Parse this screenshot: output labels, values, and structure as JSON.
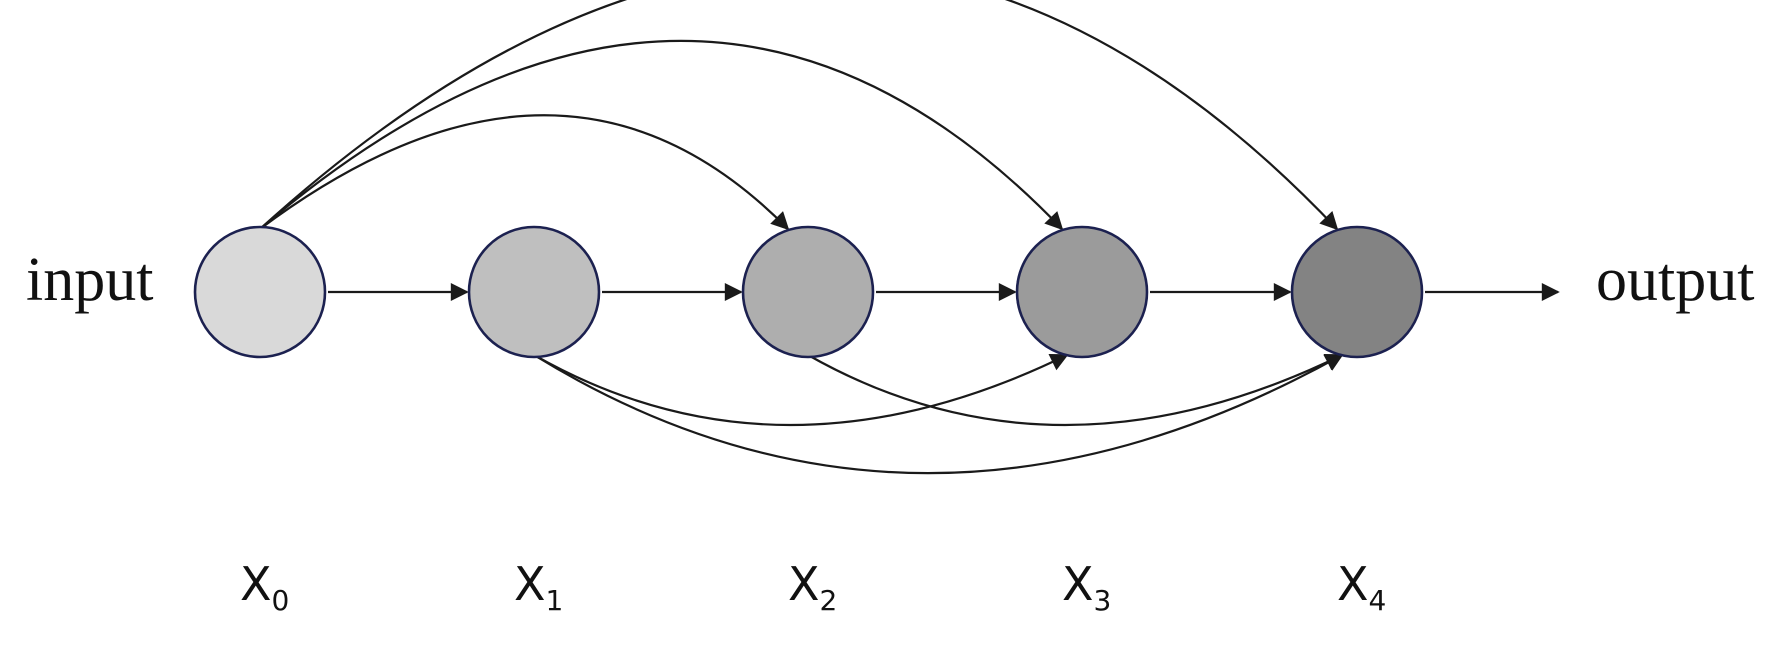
{
  "labels": {
    "input": "input",
    "output": "output"
  },
  "nodes": [
    {
      "id": "x0",
      "base": "X",
      "sub": "0",
      "fill": "#d9d9d9"
    },
    {
      "id": "x1",
      "base": "X",
      "sub": "1",
      "fill": "#bfbfbf"
    },
    {
      "id": "x2",
      "base": "X",
      "sub": "2",
      "fill": "#aeaeae"
    },
    {
      "id": "x3",
      "base": "X",
      "sub": "3",
      "fill": "#9b9b9b"
    },
    {
      "id": "x4",
      "base": "X",
      "sub": "4",
      "fill": "#838383"
    }
  ],
  "edges": [
    {
      "from": "x0",
      "to": "x1",
      "kind": "straight"
    },
    {
      "from": "x1",
      "to": "x2",
      "kind": "straight"
    },
    {
      "from": "x2",
      "to": "x3",
      "kind": "straight"
    },
    {
      "from": "x3",
      "to": "x4",
      "kind": "straight"
    },
    {
      "from": "x4",
      "to": "output",
      "kind": "straight"
    },
    {
      "from": "x0",
      "to": "x2",
      "kind": "arc-top"
    },
    {
      "from": "x0",
      "to": "x3",
      "kind": "arc-top"
    },
    {
      "from": "x0",
      "to": "x4",
      "kind": "arc-top"
    },
    {
      "from": "x1",
      "to": "x3",
      "kind": "arc-bottom"
    },
    {
      "from": "x1",
      "to": "x4",
      "kind": "arc-bottom"
    },
    {
      "from": "x2",
      "to": "x4",
      "kind": "arc-bottom"
    }
  ]
}
